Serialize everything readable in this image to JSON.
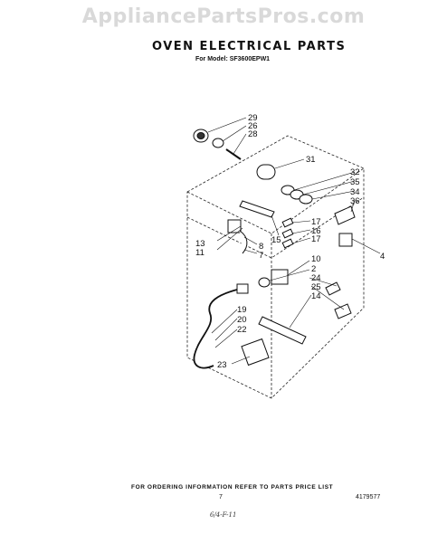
{
  "watermark": "AppliancePartsPros.com",
  "title": "OVEN ELECTRICAL PARTS",
  "model_line": "For Model: SF3600EPW1",
  "callouts": [
    "29",
    "26",
    "28",
    "31",
    "32",
    "35",
    "34",
    "36",
    "17",
    "16",
    "17",
    "15",
    "8",
    "7",
    "13",
    "11",
    "4",
    "10",
    "2",
    "24",
    "25",
    "14",
    "19",
    "20",
    "22",
    "23"
  ],
  "footer": {
    "ordering_info": "FOR ORDERING INFORMATION REFER TO PARTS PRICE LIST",
    "page_number": "7",
    "doc_number": "4179577",
    "handwritten": "6/4-F-11"
  }
}
